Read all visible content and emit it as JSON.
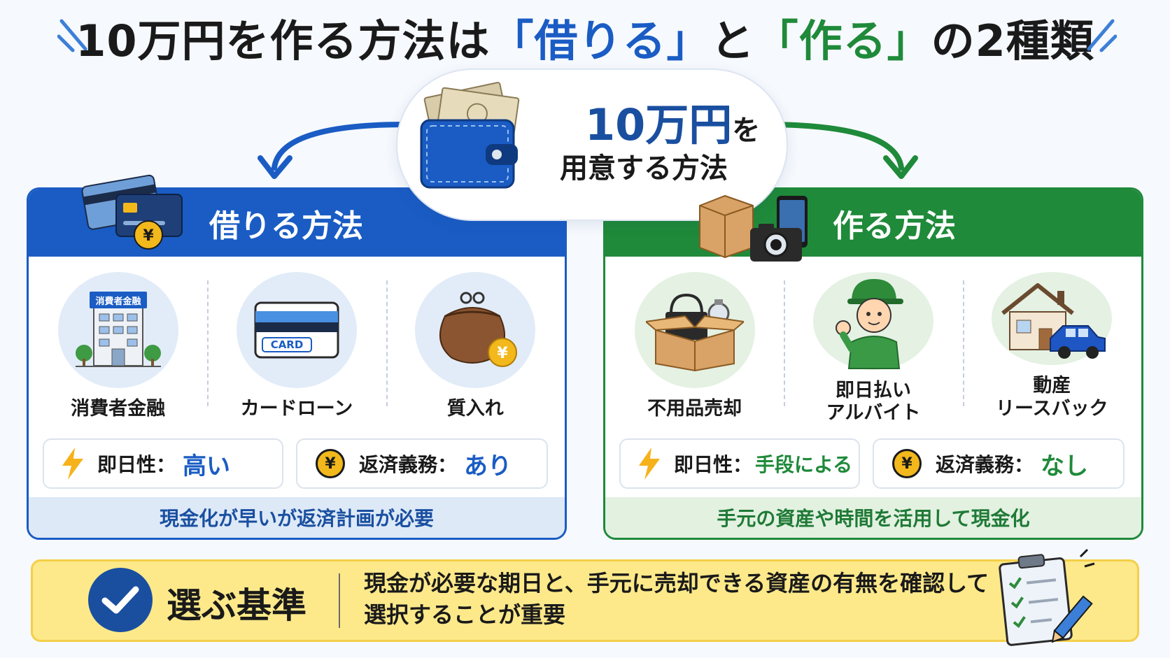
{
  "header": {
    "title_prefix": "10万円を作る方法は",
    "title_borrow": "「借りる」",
    "title_mid": "と",
    "title_make": "「作る」",
    "title_suffix": "の2種類"
  },
  "center": {
    "amount": "10万円",
    "particle": "を",
    "subtitle": "用意する方法"
  },
  "borrow_panel": {
    "title": "借りる方法",
    "methods": [
      {
        "label": "消費者金融",
        "icon": "office-building-icon",
        "sign": "消費者金融"
      },
      {
        "label": "カードローン",
        "icon": "credit-card-icon",
        "card_text": "CARD"
      },
      {
        "label": "質入れ",
        "icon": "coin-purse-icon"
      }
    ],
    "immediacy_label": "即日性：",
    "immediacy_value": "高い",
    "repay_label": "返済義務：",
    "repay_value": "あり",
    "footer": "現金化が早いが返済計画が必要"
  },
  "make_panel": {
    "title": "作る方法",
    "methods": [
      {
        "label": "不用品売却",
        "icon": "cardboard-box-items-icon"
      },
      {
        "label": "即日払い\nアルバイト",
        "icon": "worker-icon"
      },
      {
        "label": "動産\nリースバック",
        "icon": "house-car-icon"
      }
    ],
    "immediacy_label": "即日性：",
    "immediacy_value": "手段による",
    "repay_label": "返済義務：",
    "repay_value": "なし",
    "footer": "手元の資産や時間を活用して現金化"
  },
  "criteria": {
    "label": "選ぶ基準",
    "text": "現金が必要な期日と、手元に売却できる資産の有無を確認して選択することが重要"
  },
  "yen_symbol": "¥",
  "colors": {
    "borrow": "#1a5cc4",
    "make": "#1f8a3a",
    "criteria_bg": "#fde98a",
    "coin": "#f2b81c"
  }
}
